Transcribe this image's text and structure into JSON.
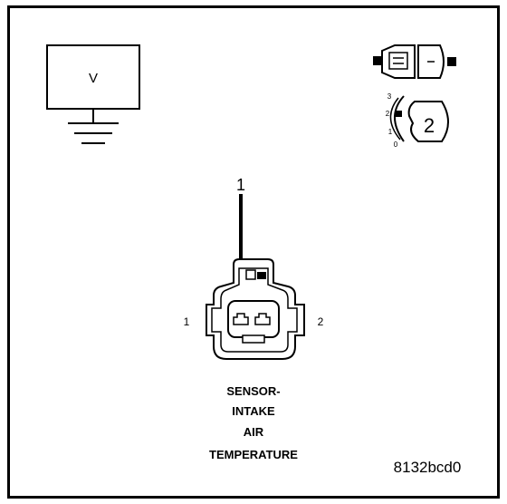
{
  "meter": {
    "symbol": "V"
  },
  "connector_selector": {
    "scale_labels": [
      "3",
      "2",
      "1",
      "0"
    ],
    "selected": "2"
  },
  "callout": {
    "label": "1"
  },
  "connector": {
    "pin_left": "1",
    "pin_right": "2"
  },
  "sensor_name": [
    "SENSOR-",
    "INTAKE",
    "AIR",
    "TEMPERATURE"
  ],
  "figure_id": "8132bcd0"
}
